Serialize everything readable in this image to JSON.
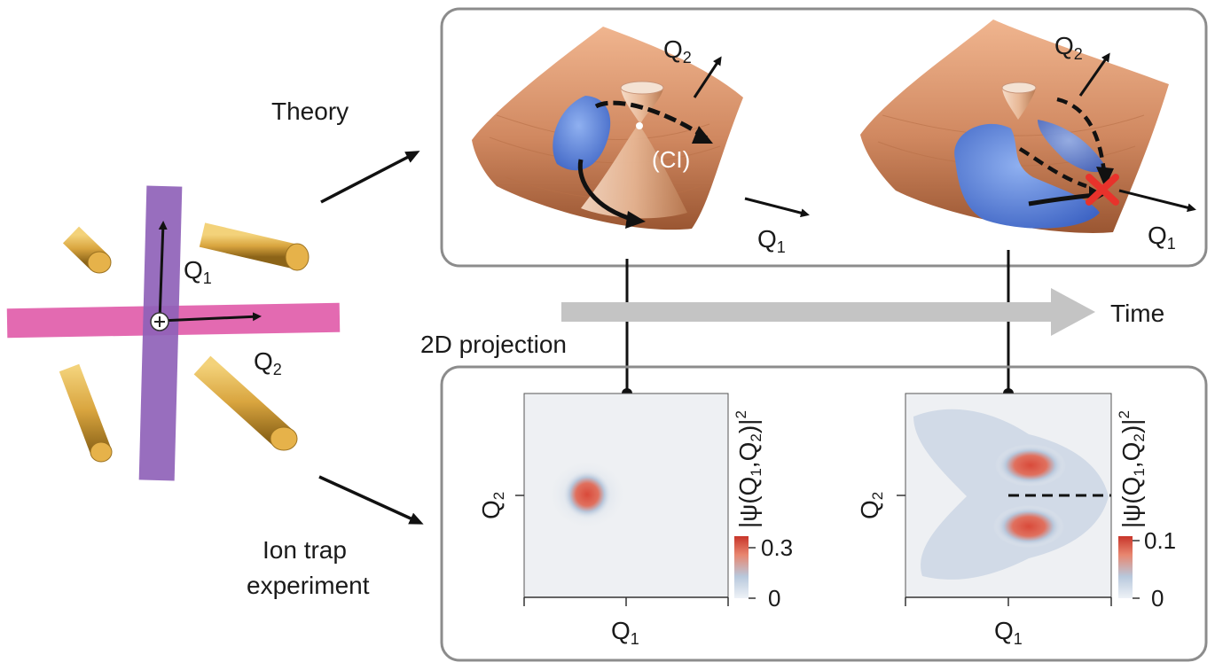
{
  "labels": {
    "theory": "Theory",
    "ion_trap_line1": "Ion trap",
    "ion_trap_line2": "experiment",
    "time": "Time",
    "projection": "2D projection",
    "ci": "(CI)"
  },
  "axes": {
    "q_letter": "Q",
    "q1_sub": "1",
    "q2_sub": "2",
    "psi_prefix": "|ψ(Q",
    "psi_mid": ",Q",
    "psi_end": ")|",
    "psi_sup": "2"
  },
  "colorbars": {
    "left": {
      "max": "0.3",
      "min": "0"
    },
    "right": {
      "max": "0.1",
      "min": "0"
    }
  },
  "colors": {
    "rod_gold": "#d9a53f",
    "beam_purple": "#8f62b8",
    "beam_pink": "#e05aa8",
    "surface_copper": "#d08860",
    "wavepacket_blue": "#5b82d9",
    "density_red": "#d94a3a",
    "panel_border": "#8c8c8c",
    "time_arrow": "#c4c4c4",
    "ci_marker": "#e8322b"
  }
}
